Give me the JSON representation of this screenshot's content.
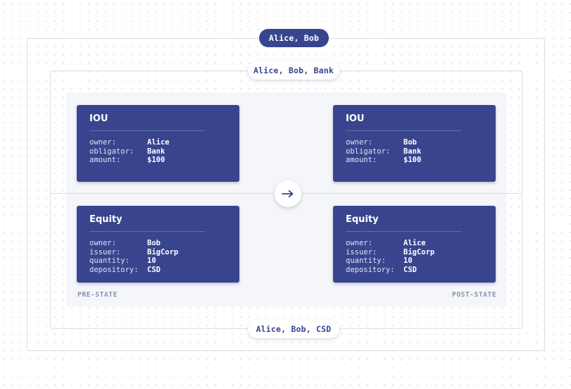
{
  "groups": {
    "outer": "Alice, Bob",
    "top": "Alice, Bob, Bank",
    "bottom": "Alice, Bob, CSD"
  },
  "pre_state": {
    "label": "PRE-STATE",
    "iou": {
      "title": "IOU",
      "fields": [
        {
          "key": "owner:",
          "value": "Alice"
        },
        {
          "key": "obligator:",
          "value": "Bank"
        },
        {
          "key": "amount:",
          "value": "$100"
        }
      ]
    },
    "equity": {
      "title": "Equity",
      "fields": [
        {
          "key": "owner:",
          "value": "Bob"
        },
        {
          "key": "issuer:",
          "value": "BigCorp"
        },
        {
          "key": "quantity:",
          "value": "10"
        },
        {
          "key": "depository:",
          "value": "CSD"
        }
      ]
    }
  },
  "post_state": {
    "label": "POST-STATE",
    "iou": {
      "title": "IOU",
      "fields": [
        {
          "key": "owner:",
          "value": "Bob"
        },
        {
          "key": "obligator:",
          "value": "Bank"
        },
        {
          "key": "amount:",
          "value": "$100"
        }
      ]
    },
    "equity": {
      "title": "Equity",
      "fields": [
        {
          "key": "owner:",
          "value": "Alice"
        },
        {
          "key": "issuer:",
          "value": "BigCorp"
        },
        {
          "key": "quantity:",
          "value": "10"
        },
        {
          "key": "depository:",
          "value": "CSD"
        }
      ]
    }
  },
  "transition_icon": "arrow-right-icon",
  "colors": {
    "card": "#38458e",
    "border": "#d9dde5",
    "inner_bg": "#f4f6fa",
    "label": "#8a93ad"
  }
}
